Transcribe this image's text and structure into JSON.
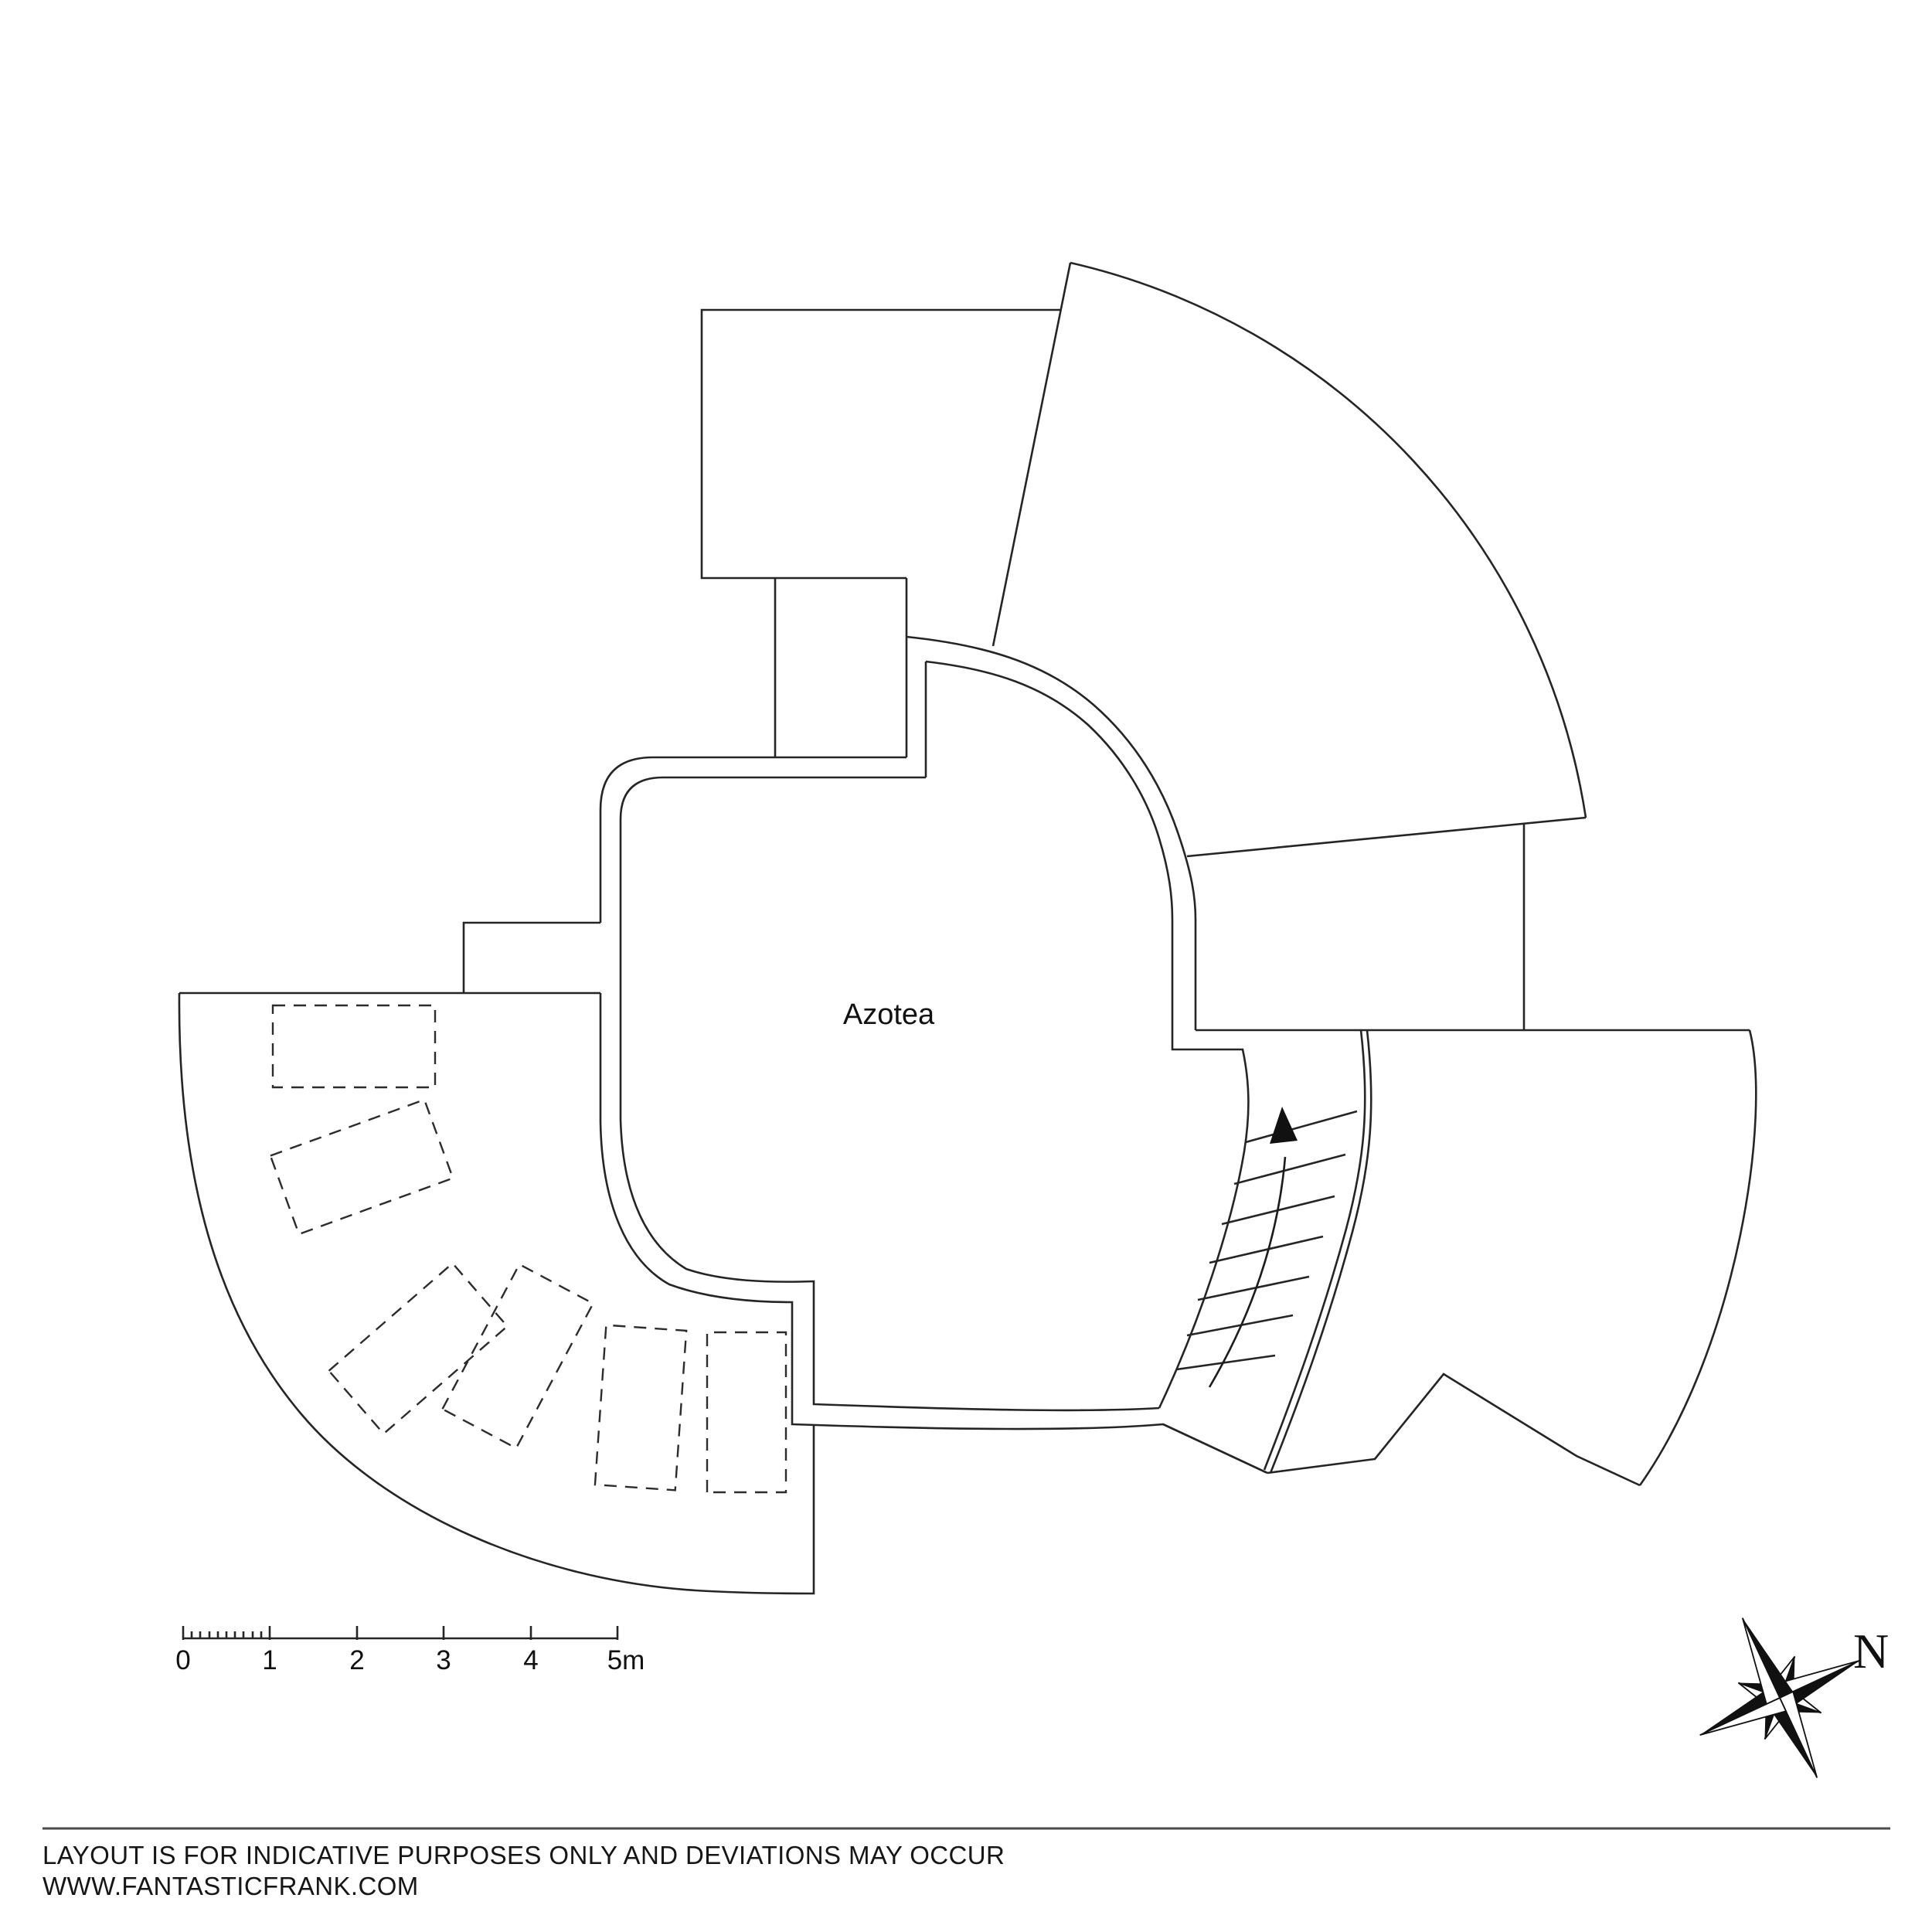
{
  "plan": {
    "area_label": "Azotea"
  },
  "scale_bar": {
    "ticks": [
      "0",
      "1",
      "2",
      "3",
      "4",
      "5m"
    ]
  },
  "compass": {
    "north_label": "N"
  },
  "footer": {
    "line1": "LAYOUT IS FOR INDICATIVE PURPOSES ONLY AND DEVIATIONS MAY OCCUR",
    "line2": "WWW.FANTASTICFRANK.COM"
  }
}
